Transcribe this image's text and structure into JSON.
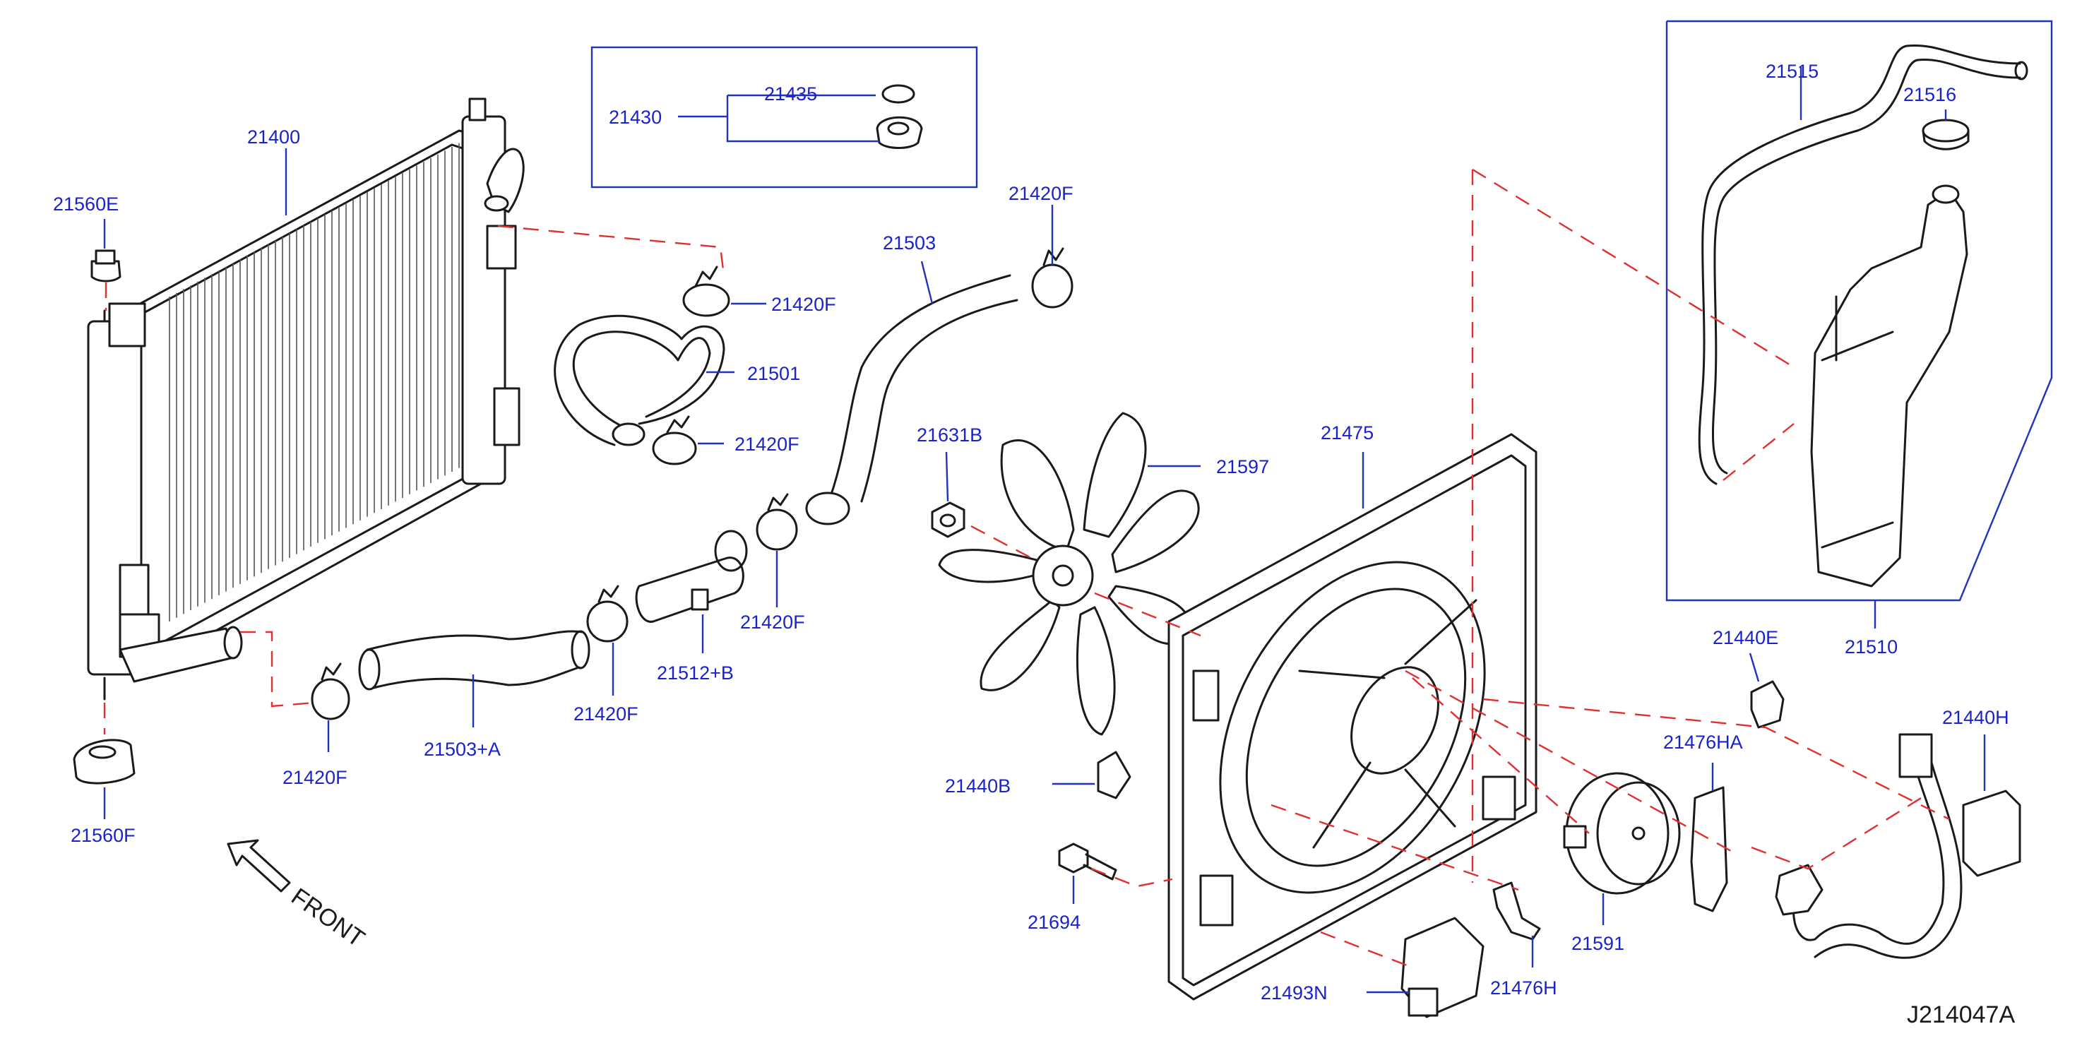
{
  "diagram": {
    "drawing_id": "J214047A",
    "front_label": "FRONT",
    "labels": {
      "l21400": "21400",
      "l21560E": "21560E",
      "l21560F": "21560F",
      "l21430": "21430",
      "l21435": "21435",
      "l21420F_a": "21420F",
      "l21420F_b": "21420F",
      "l21420F_c": "21420F",
      "l21420F_d": "21420F",
      "l21420F_e": "21420F",
      "l21420F_f": "21420F",
      "l21501": "21501",
      "l21503": "21503",
      "l21503A": "21503+A",
      "l21512B": "21512+B",
      "l21631B": "21631B",
      "l21597": "21597",
      "l21475": "21475",
      "l21440B": "21440B",
      "l21694": "21694",
      "l21493N": "21493N",
      "l21476H": "21476H",
      "l21591": "21591",
      "l21476HA": "21476HA",
      "l21440E": "21440E",
      "l21440H": "21440H",
      "l21515": "21515",
      "l21516": "21516",
      "l21510": "21510"
    },
    "colors": {
      "label": "#1a22cc",
      "leader": "#2233bb",
      "guide": "#e03030",
      "part": "#1a1a1a"
    }
  }
}
